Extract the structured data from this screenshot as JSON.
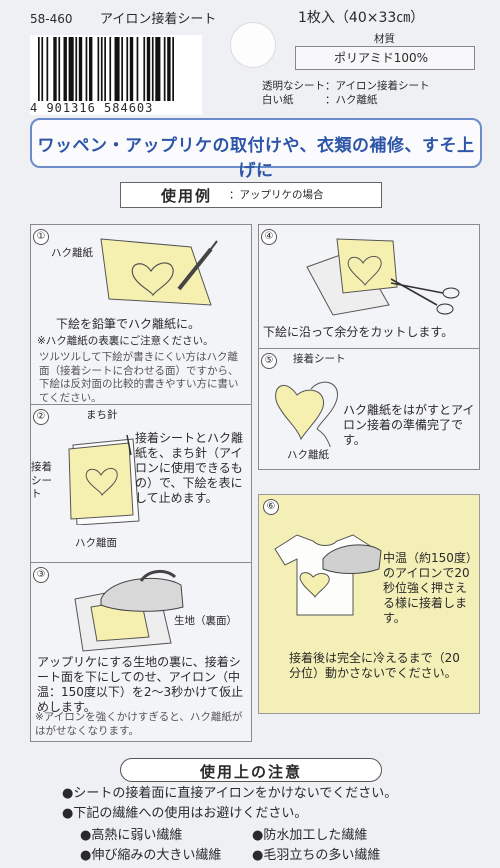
{
  "header": {
    "product_code": "58-460",
    "product_name": "アイロン接着シート",
    "quantity": "1枚入（40×33㎝）",
    "material_label": "材質",
    "material_value": "ポリアミド100%",
    "clear_sheet": "透明なシート：アイロン接着シート",
    "white_paper": "白い紙　　　：ハク離紙",
    "barcode_number": "4 901316 584603"
  },
  "banner": {
    "text": "ワッペン・アップリケの取付けや、衣類の補修、すそ上げに"
  },
  "usage": {
    "title": "使用例",
    "subtitle": "：アップリケの場合"
  },
  "steps": [
    {
      "num": "①",
      "label_paper": "ハク離紙",
      "main": "下絵を鉛筆でハク離紙に。",
      "note1": "※ハク離紙の表裏にご注意ください。",
      "note2": "ツルツルして下絵が書きにくい方はハク離面（接着シートに合わせる面）ですから、下絵は反対面の比較的書きやすい方に書いてください。"
    },
    {
      "num": "②",
      "label_pin": "まち針",
      "label_sheet": "接着シート",
      "label_release": "ハク離面",
      "main": "接着シートとハク離紙を、まち針（アイロンに使用できるもの）で、下絵を表にして止めます。"
    },
    {
      "num": "③",
      "label_fabric": "生地（裏面）",
      "main": "アップリケにする生地の裏に、接着シート面を下にしてのせ、アイロン（中温：150度以下）を2〜3秒かけて仮止めします。",
      "note": "※アイロンを強くかけすぎると、ハク離紙がはがせなくなります。"
    },
    {
      "num": "④",
      "main": "下絵に沿って余分をカットします。"
    },
    {
      "num": "⑤",
      "label_sheet": "接着シート",
      "label_paper": "ハク離紙",
      "main": "ハク離紙をはがすとアイロン接着の準備完了です。"
    },
    {
      "num": "⑥",
      "main": "中温（約150度）のアイロンで20秒位強く押さえる様に接着します。",
      "note": "接着後は完全に冷えるまで（20分位）動かさないでください。"
    }
  ],
  "cautions": {
    "title": "使用上の注意",
    "items": [
      "●シートの接着面に直接アイロンをかけないでください。",
      "●下記の繊維への使用はお避けください。"
    ],
    "fibers": [
      "●高熱に弱い繊維",
      "●防水加工した繊維",
      "●伸び縮みの大きい繊維",
      "●毛羽立ちの多い繊維"
    ]
  },
  "colors": {
    "banner_text": "#2e56a8",
    "banner_border": "#6a8cc9",
    "highlight_box": "#f3efb6",
    "paper_yellow": "#f6f0b0"
  }
}
